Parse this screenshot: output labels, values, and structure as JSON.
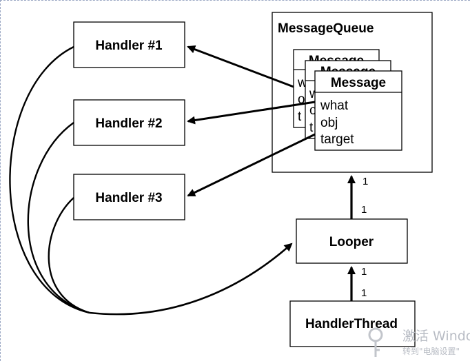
{
  "handlers": [
    {
      "label": "Handler #1"
    },
    {
      "label": "Handler #2"
    },
    {
      "label": "Handler #3"
    }
  ],
  "message_queue": {
    "label": "MessageQueue"
  },
  "messages": {
    "back_titles": [
      "Message",
      "Message"
    ],
    "front": {
      "title": "Message",
      "fields": [
        "what",
        "obj",
        "target"
      ]
    },
    "partial_chars": {
      "back": [
        "w",
        "o",
        "t"
      ],
      "middle": [
        "w",
        "o",
        "t"
      ]
    }
  },
  "looper": {
    "label": "Looper"
  },
  "handler_thread": {
    "label": "HandlerThread"
  },
  "multiplicities": {
    "queue_side": "1",
    "looper_top": "1",
    "looper_bottom": "1",
    "thread_top": "1"
  },
  "watermark": {
    "line1": "激活 Windo",
    "line2": "转到\"电脑设置\""
  }
}
